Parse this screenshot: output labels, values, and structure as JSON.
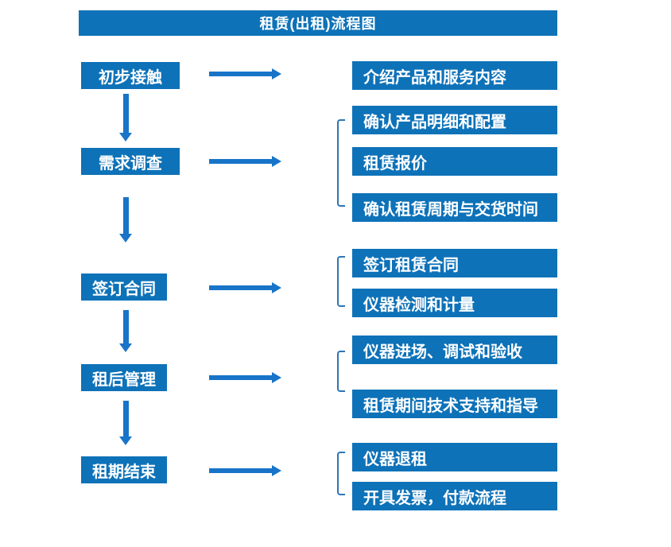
{
  "title": "租赁(出租)流程图",
  "colors": {
    "box_blue": "#0e72b8",
    "arrow_blue": "#1874c8",
    "bracket_blue": "#2e75b6",
    "text_white": "#ffffff",
    "background": "#ffffff"
  },
  "flow": {
    "stages": [
      {
        "label": "初步接触",
        "outputs": [
          "介绍产品和服务内容"
        ]
      },
      {
        "label": "需求调查",
        "outputs": [
          "确认产品明细和配置",
          "租赁报价",
          "确认租赁周期与交货时间"
        ]
      },
      {
        "label": "签订合同",
        "outputs": [
          "签订租赁合同",
          "仪器检测和计量"
        ]
      },
      {
        "label": "租后管理",
        "outputs": [
          "仪器进场、调试和验收",
          "租赁期间技术支持和指导"
        ]
      },
      {
        "label": "租期结束",
        "outputs": [
          "仪器退租",
          "开具发票，付款流程"
        ]
      }
    ]
  }
}
